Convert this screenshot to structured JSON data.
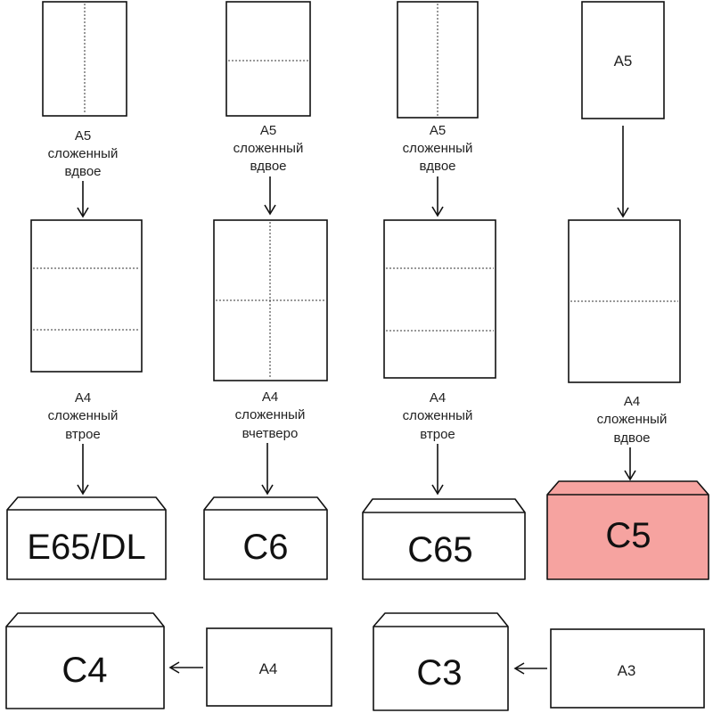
{
  "columns": [
    {
      "top_label": [
        "A5",
        "сложенный",
        "вдвое"
      ],
      "mid_label": [
        "A4",
        "сложенный",
        "втрое"
      ],
      "envelope": "E65/DL"
    },
    {
      "top_label": [
        "A5",
        "сложенный",
        "вдвое"
      ],
      "mid_label": [
        "A4",
        "сложенный",
        "вчетверо"
      ],
      "envelope": "C6"
    },
    {
      "top_label": [
        "A5",
        "сложенный",
        "вдвое"
      ],
      "mid_label": [
        "A4",
        "сложенный",
        "втрое"
      ],
      "envelope": "C65"
    },
    {
      "top_sheet_text": "A5",
      "mid_label": [
        "A4",
        "сложенный",
        "вдвое"
      ],
      "envelope": "C5"
    }
  ],
  "bottom_row": [
    {
      "envelope": "C4",
      "sheet": "A4"
    },
    {
      "envelope": "C3",
      "sheet": "A3"
    }
  ],
  "colors": {
    "highlight": "#f6a3a0",
    "stroke": "#111111"
  }
}
